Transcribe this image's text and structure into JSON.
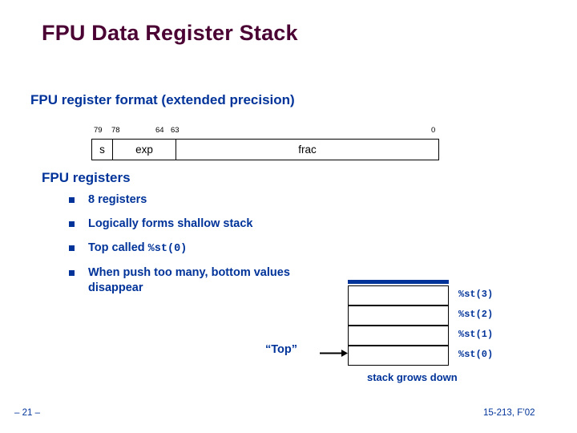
{
  "slide": {
    "title": "FPU Data Register Stack",
    "sections": {
      "format_heading": "FPU register format (extended precision)",
      "registers_heading": "FPU registers"
    },
    "register_format": {
      "bit_labels": {
        "b79": "79",
        "b78": "78",
        "b64": "64",
        "b63": "63",
        "b0": "0"
      },
      "fields": {
        "sign": "s",
        "exponent": "exp",
        "fraction": "frac"
      }
    },
    "bullets": [
      {
        "text": "8 registers"
      },
      {
        "text": "Logically forms shallow stack"
      },
      {
        "text": "Top called ",
        "code": "%st(0)"
      },
      {
        "text": "When push too many, bottom values disappear"
      }
    ],
    "stack": {
      "labels": [
        "%st(3)",
        "%st(2)",
        "%st(1)",
        "%st(0)"
      ],
      "top_pointer": "“Top”",
      "caption": "stack grows down"
    },
    "footer": {
      "page": "– 21 –",
      "course": "15-213, F’02"
    },
    "colors": {
      "title": "#4a0033",
      "accent": "#003399",
      "outline": "#000000"
    }
  }
}
